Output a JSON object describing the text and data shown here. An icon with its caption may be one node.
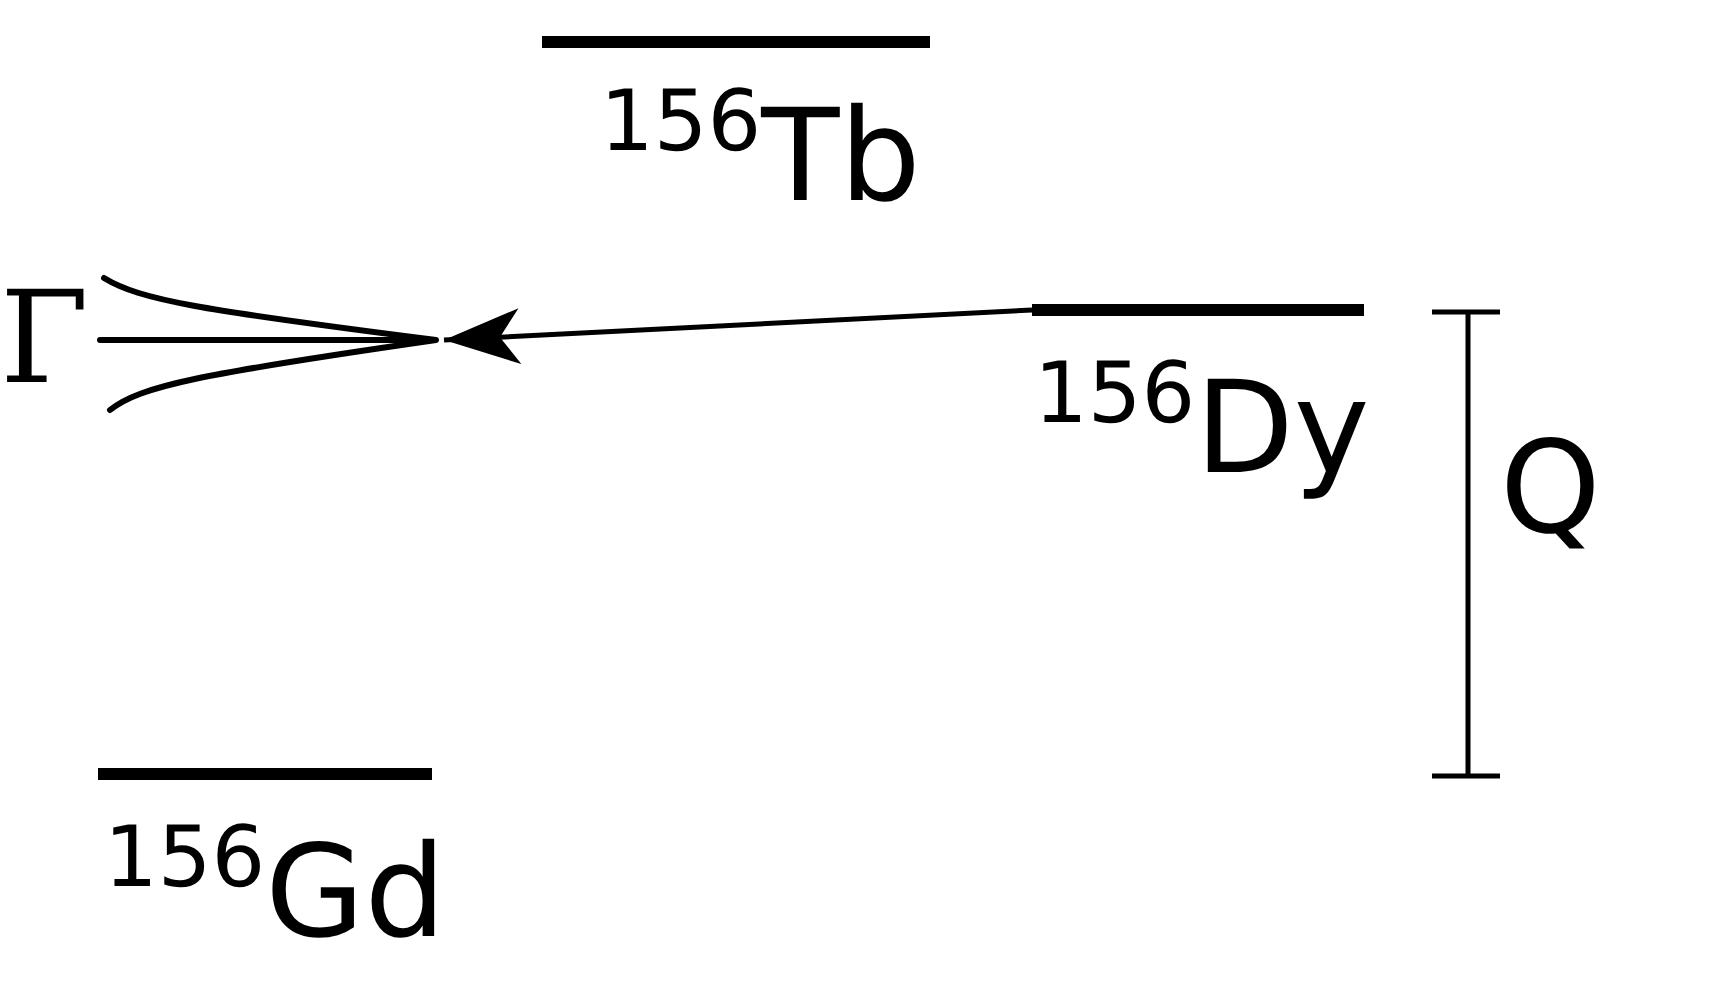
{
  "diagram": {
    "nodes": [
      {
        "text": [
          "$^{156}$Tb"
        ]
      },
      {
        "text": [],
        "shape": "peak",
        "beside": [
          "Γ"
        ]
      },
      {
        "text": [
          "$^{156}$Dy"
        ]
      },
      {
        "text": [
          "$^{156}$Gd"
        ]
      }
    ],
    "edges": [
      {
        "from": 2,
        "to": 1,
        "arrow": "to"
      }
    ],
    "labels": [
      "Q"
    ]
  }
}
